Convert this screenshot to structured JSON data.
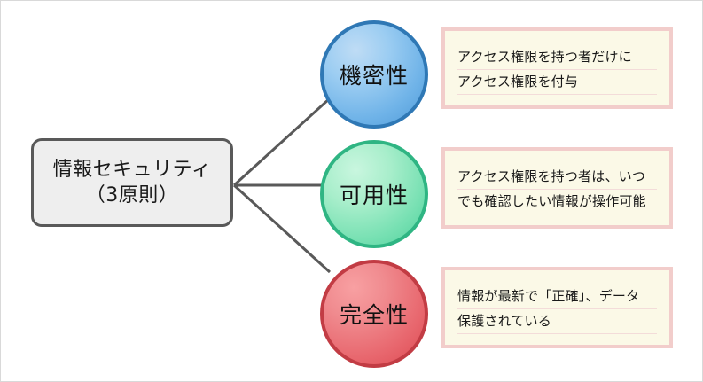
{
  "diagram": {
    "root": {
      "line1": "情報セキュリティ",
      "line2": "（3原則）"
    },
    "nodes": [
      {
        "label": "機密性",
        "color": "#6fb3e8",
        "border_color": "#2f78b5",
        "note": {
          "line1": "アクセス権限を持つ者だけに",
          "line2": "アクセス権限を付与"
        }
      },
      {
        "label": "可用性",
        "color": "#76e0b2",
        "border_color": "#2fb583",
        "note": {
          "line1": "アクセス権限を持つ者は、いつ",
          "line2": "でも確認したい情報が操作可能"
        }
      },
      {
        "label": "完全性",
        "color": "#e8676e",
        "border_color": "#c23c44",
        "note": {
          "line1": "情報が最新で「正確」、データ",
          "line2": "保護されている"
        }
      }
    ],
    "connector_color": "#595959",
    "note_background": "#fbf9e7",
    "note_border_color": "#f2cdcb",
    "root_background": "#eeeeee",
    "root_border_color": "#595959"
  }
}
